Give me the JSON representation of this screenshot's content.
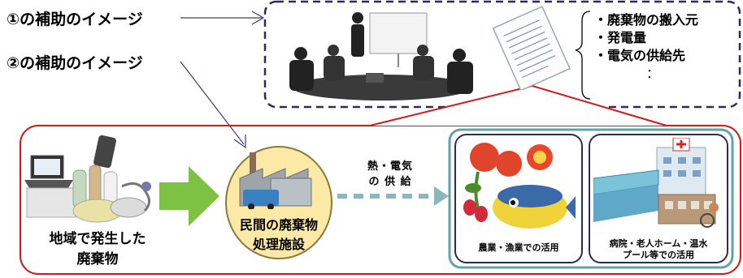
{
  "callouts": {
    "assist1": "①の補助のイメージ",
    "assist2": "②の補助のイメージ"
  },
  "info_list": {
    "items": [
      "・廃棄物の搬入元",
      "・発電量",
      "・電気の供給先"
    ],
    "more": "："
  },
  "flow": {
    "waste_label_line1": "地域で発生した",
    "waste_label_line2": "廃棄物",
    "facility_line1": "民間の廃棄物",
    "facility_line2": "処理施設",
    "supply_line1": "熱・電気",
    "supply_line2": "の 供 給"
  },
  "uses": {
    "agri": "農業・漁業での活用",
    "hospital_line1": "病院・老人ホーム・温水",
    "hospital_line2": "プール等での活用"
  },
  "colors": {
    "dashed_border": "#2e2a5e",
    "red_border": "#d11a1a",
    "teal_border": "#5fa5a8",
    "arrow_green": "#7dc243",
    "facility_fill": "#fde9a6",
    "facility_border": "#8a7a3a",
    "dashed_arrow": "#8ab8bb"
  }
}
